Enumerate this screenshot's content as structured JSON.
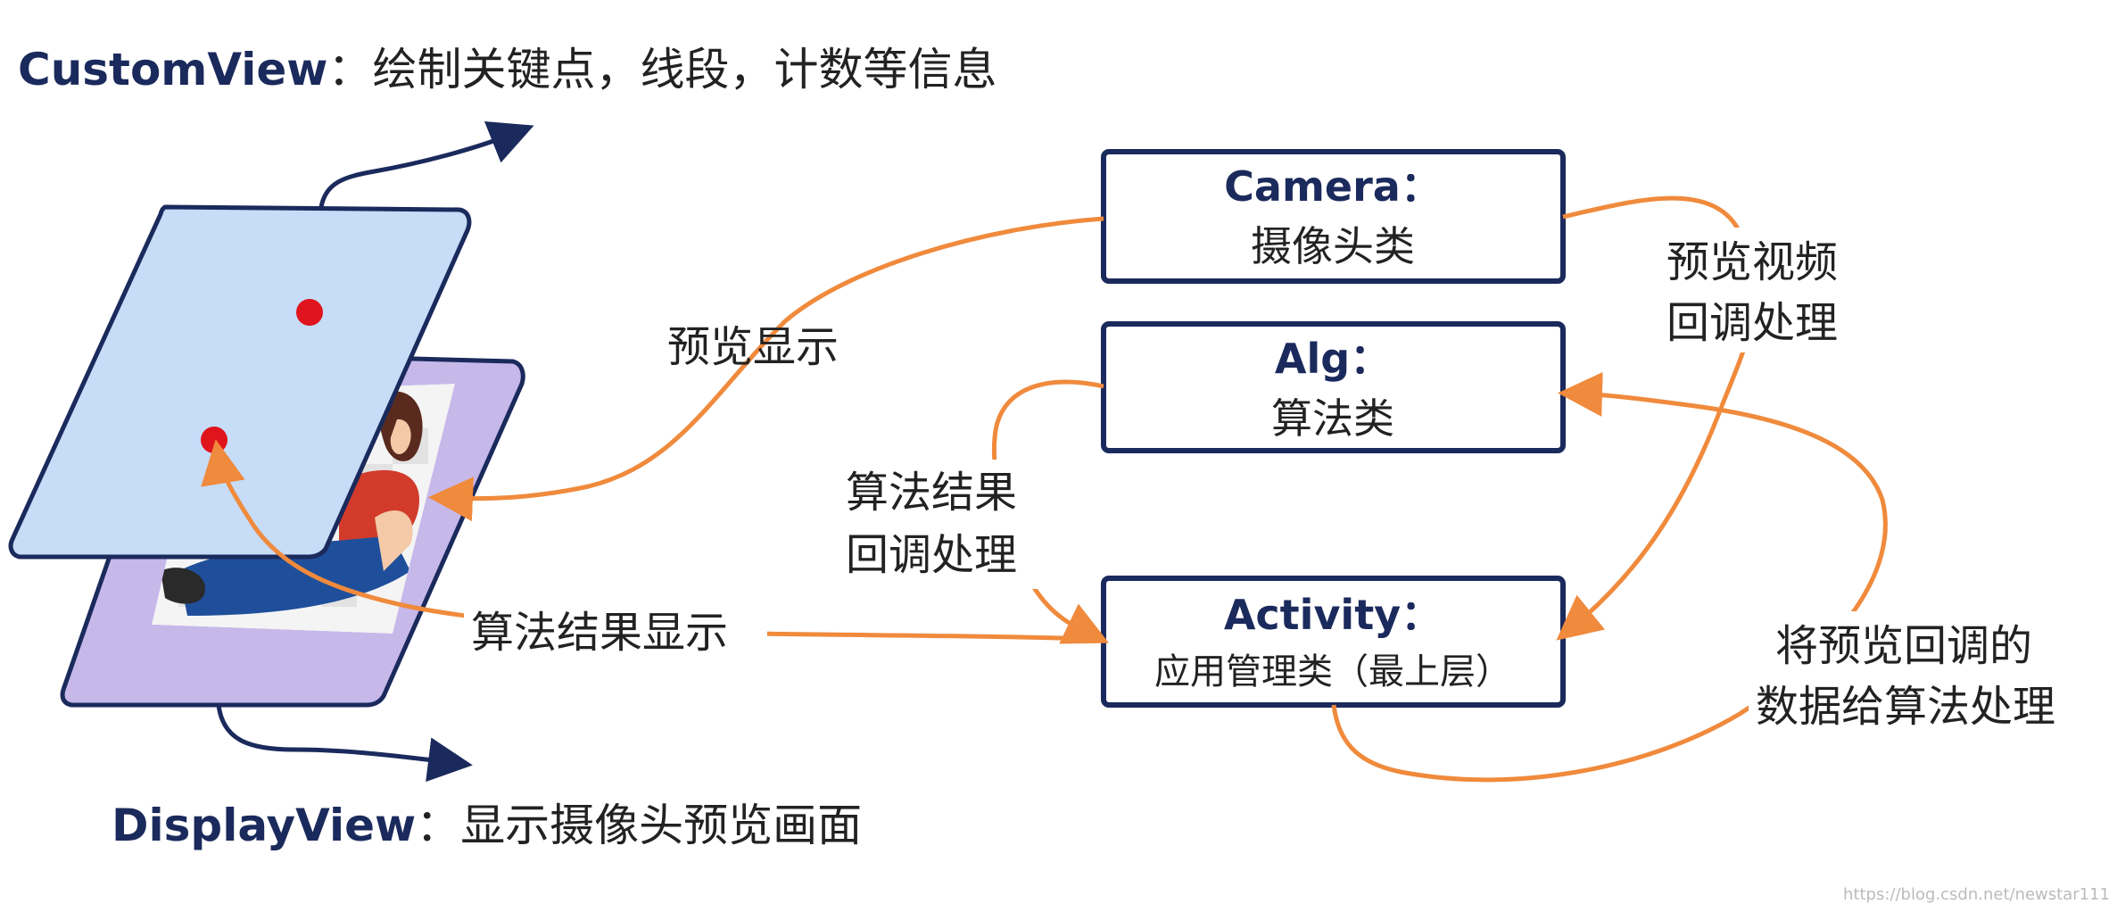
{
  "layers": {
    "custom_view": {
      "name": "CustomView",
      "separator": "：",
      "description": "绘制关键点，线段，计数等信息"
    },
    "display_view": {
      "name": "DisplayView",
      "separator": "：",
      "description": "显示摄像头预览画面"
    }
  },
  "boxes": {
    "camera": {
      "title": "Camera：",
      "subtitle": "摄像头类"
    },
    "alg": {
      "title": "Alg：",
      "subtitle": "算法类"
    },
    "activity": {
      "title": "Activity：",
      "subtitle": "应用管理类（最上层）"
    }
  },
  "flows": {
    "preview_display": "预览显示",
    "preview_callback_line1": "预览视频",
    "preview_callback_line2": "回调处理",
    "alg_callback_line1": "算法结果",
    "alg_callback_line2": "回调处理",
    "alg_result_display": "算法结果显示",
    "feed_to_alg_line1": "将预览回调的",
    "feed_to_alg_line2": "数据给算法处理"
  },
  "watermark": "https://blog.csdn.net/newstar111",
  "colors": {
    "navy": "#1b2a5c",
    "orange": "#f08a3c",
    "custom_view_fill": "#c6dcf7",
    "display_view_fill": "#c7b8ea",
    "keypoint": "#e0141c"
  },
  "icons": [
    "keypoint-dot",
    "preview-image"
  ]
}
